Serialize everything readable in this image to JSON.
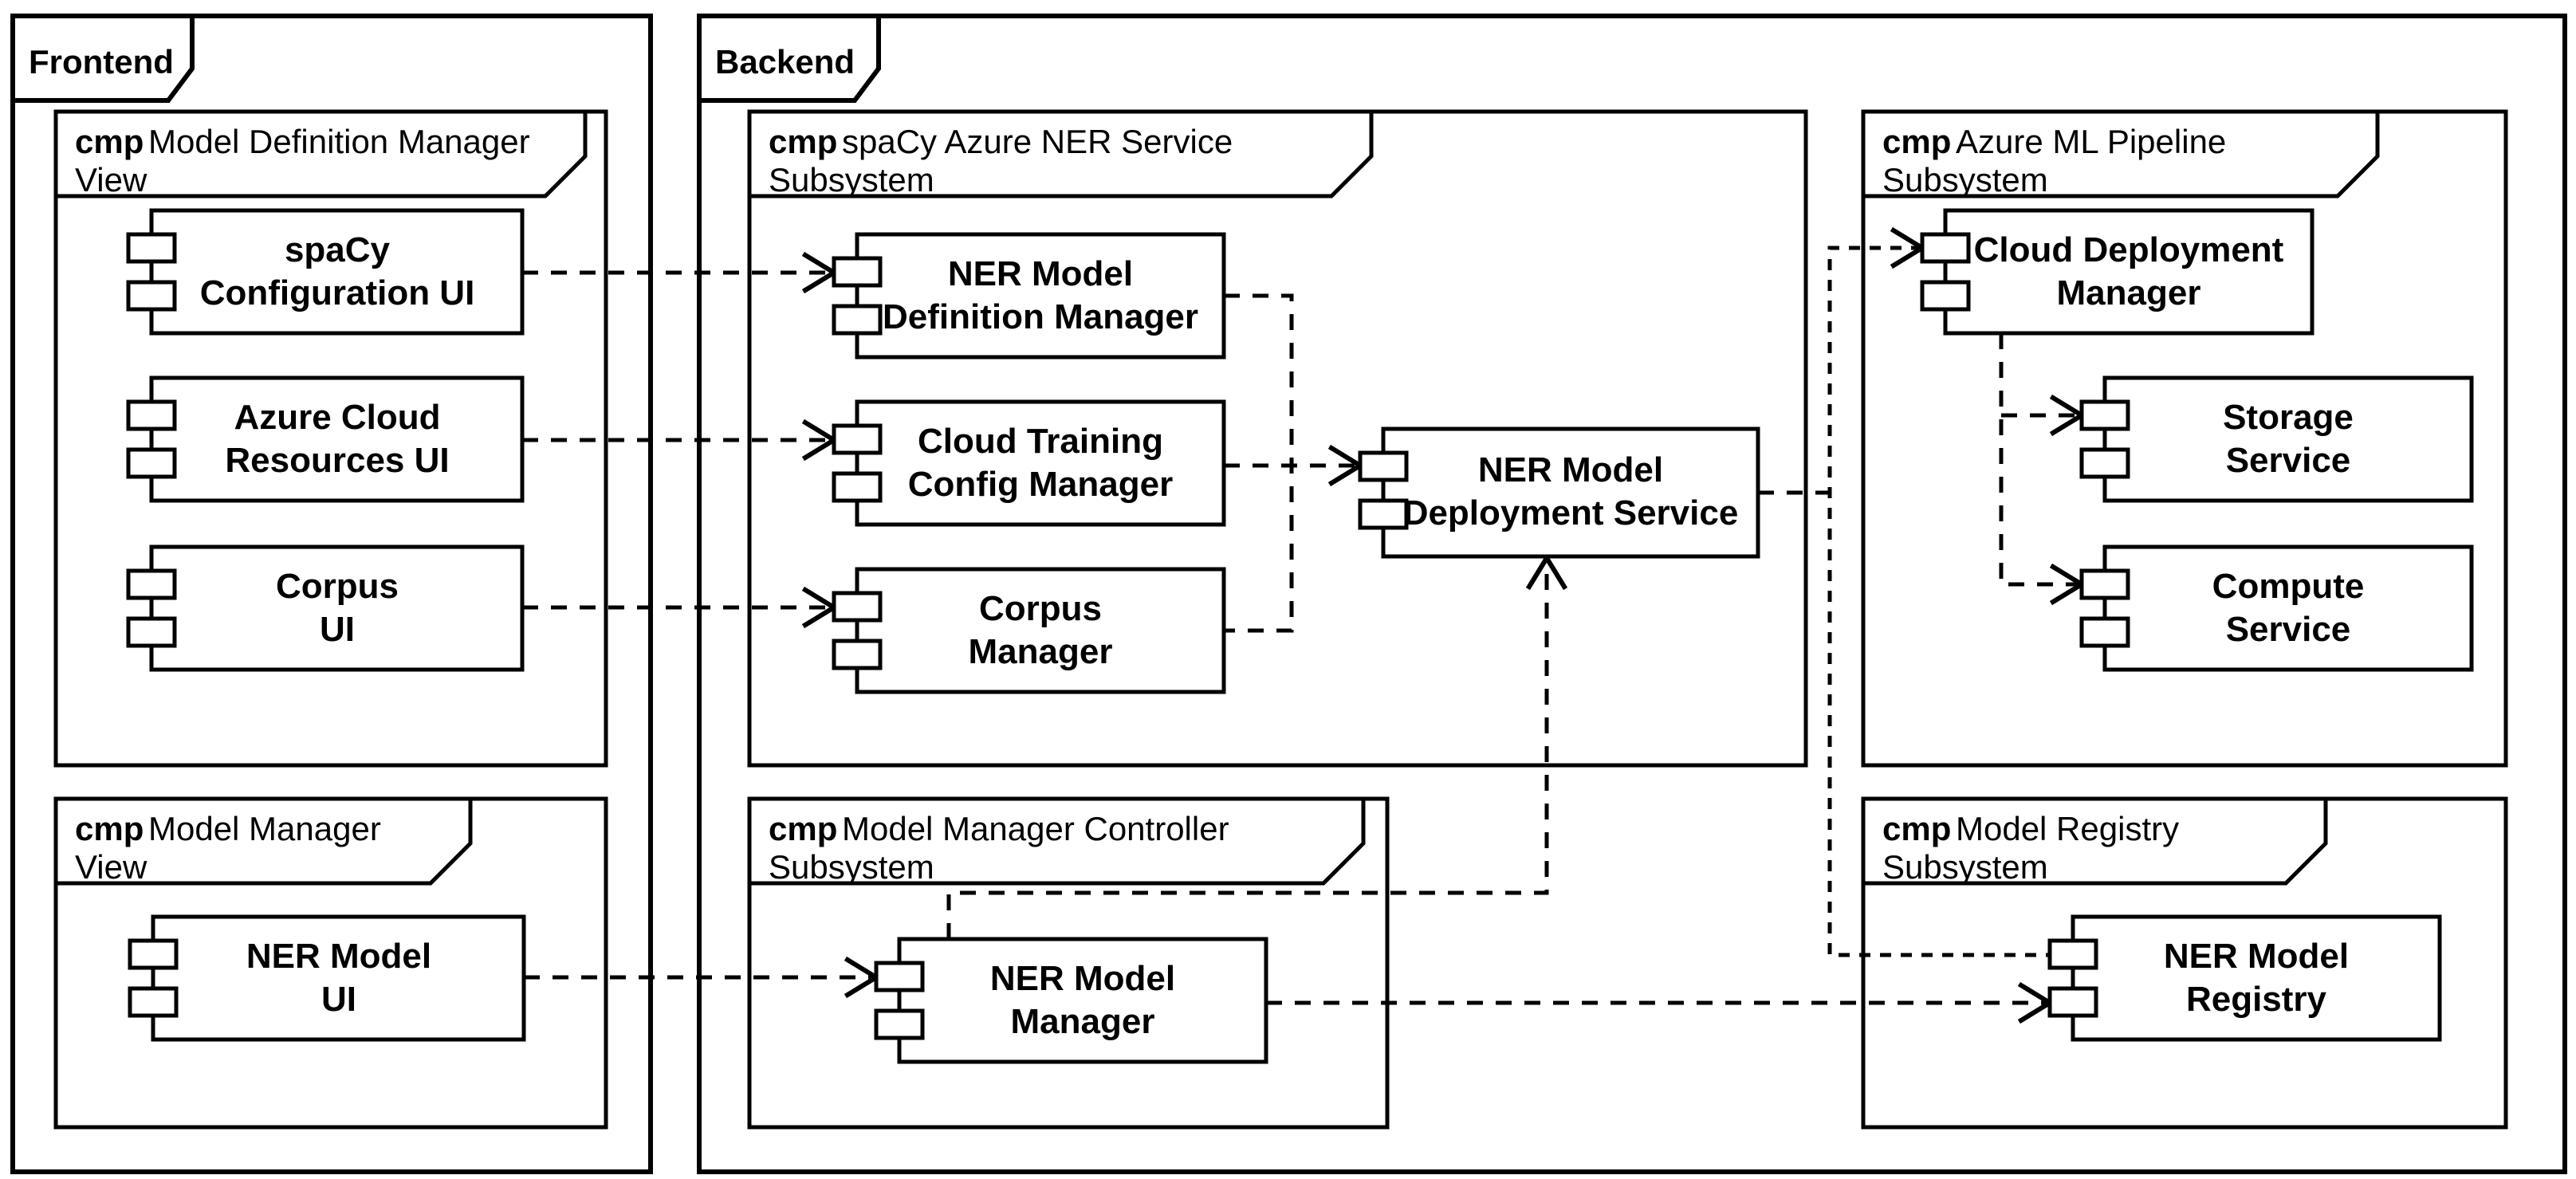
{
  "diagram_type": "uml-component-diagram",
  "colors": {
    "line": "#000000",
    "background": "#ffffff"
  },
  "packages": [
    {
      "label": "Frontend"
    },
    {
      "label": "Backend"
    }
  ],
  "frames": [
    {
      "keyword": "cmp",
      "title1": "Model Definition Manager",
      "title2": "View"
    },
    {
      "keyword": "cmp",
      "title1": "Model Manager",
      "title2": "View"
    },
    {
      "keyword": "cmp",
      "title1": "spaCy Azure NER Service",
      "title2": "Subsystem"
    },
    {
      "keyword": "cmp",
      "title1": "Azure ML Pipeline",
      "title2": "Subsystem"
    },
    {
      "keyword": "cmp",
      "title1": "Model Manager Controller",
      "title2": "Subsystem"
    },
    {
      "keyword": "cmp",
      "title1": "Model Registry",
      "title2": "Subsystem"
    }
  ],
  "components": [
    {
      "line1": "spaCy",
      "line2": "Configuration UI"
    },
    {
      "line1": "Azure Cloud",
      "line2": "Resources UI"
    },
    {
      "line1": "Corpus",
      "line2": "UI"
    },
    {
      "line1": "NER Model",
      "line2": "UI"
    },
    {
      "line1": "NER Model",
      "line2": "Definition Manager"
    },
    {
      "line1": "Cloud Training",
      "line2": "Config Manager"
    },
    {
      "line1": "Corpus",
      "line2": "Manager"
    },
    {
      "line1": "NER Model",
      "line2": "Deployment Service"
    },
    {
      "line1": "Cloud Deployment",
      "line2": "Manager"
    },
    {
      "line1": "Storage",
      "line2": "Service"
    },
    {
      "line1": "Compute",
      "line2": "Service"
    },
    {
      "line1": "NER Model",
      "line2": "Manager"
    },
    {
      "line1": "NER Model",
      "line2": "Registry"
    }
  ],
  "relations": [
    {
      "from": "spaCy Configuration UI",
      "to": "NER Model Definition Manager",
      "style": "dashed-arrow"
    },
    {
      "from": "Azure Cloud Resources UI",
      "to": "Cloud Training Config Manager",
      "style": "dashed-arrow"
    },
    {
      "from": "Corpus UI",
      "to": "Corpus Manager",
      "style": "dashed-arrow"
    },
    {
      "from": "NER Model UI",
      "to": "NER Model Manager",
      "style": "dashed-arrow"
    },
    {
      "from": "NER Model Definition Manager",
      "to": "NER Model Deployment Service",
      "style": "dashed-arrow"
    },
    {
      "from": "Cloud Training Config Manager",
      "to": "NER Model Deployment Service",
      "style": "dashed-arrow"
    },
    {
      "from": "Corpus Manager",
      "to": "NER Model Deployment Service",
      "style": "dashed-arrow"
    },
    {
      "from": "NER Model Manager",
      "to": "NER Model Deployment Service",
      "style": "dashed-arrow"
    },
    {
      "from": "NER Model Deployment Service",
      "to": "Cloud Deployment Manager",
      "style": "dashed-arrow"
    },
    {
      "from": "NER Model Deployment Service",
      "to": "NER Model Registry",
      "style": "dashed-line"
    },
    {
      "from": "Cloud Deployment Manager",
      "to": "Storage Service",
      "style": "dashed-arrow"
    },
    {
      "from": "Cloud Deployment Manager",
      "to": "Compute Service",
      "style": "dashed-arrow"
    },
    {
      "from": "NER Model Manager",
      "to": "NER Model Registry",
      "style": "dashed-arrow"
    }
  ]
}
